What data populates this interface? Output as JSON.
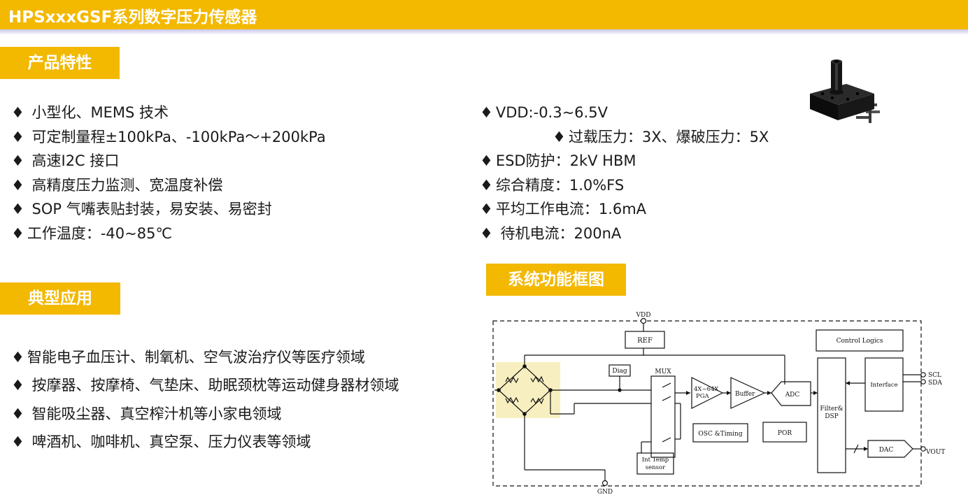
{
  "header": {
    "title": "HPSxxxGSF系列数字压力传感器"
  },
  "sections": {
    "features_title": "产品特性",
    "applications_title": "典型应用",
    "diagram_title": "系统功能框图"
  },
  "bullet_symbol": "♦",
  "features_left": [
    {
      "text": " 小型化、MEMS 技术"
    },
    {
      "text": " 可定制量程±100kPa、-100kPa～+200kPa"
    },
    {
      "text": " 高速I2C 接口"
    },
    {
      "text": " 高精度压力监测、宽温度补偿"
    },
    {
      "text": " SOP 气嘴表贴封装，易安装、易密封"
    },
    {
      "text": "工作温度：-40~85℃"
    }
  ],
  "features_right": [
    {
      "text": "VDD:-0.3~6.5V"
    },
    {
      "text": "过载压力：3X、爆破压力：5X"
    },
    {
      "text": "ESD防护：2kV HBM"
    },
    {
      "text": "综合精度：1.0%FS"
    },
    {
      "text": "平均工作电流：1.6mA"
    },
    {
      "text": " 待机电流：200nA"
    }
  ],
  "applications": [
    {
      "text": "智能电子血压计、制氧机、空气波治疗仪等医疗领域"
    },
    {
      "text": " 按摩器、按摩椅、气垫床、助眠颈枕等运动健身器材领域"
    },
    {
      "text": " 智能吸尘器、真空榨汁机等小家电领域"
    },
    {
      "text": " 啤酒机、咖啡机、真空泵、压力仪表等领域"
    }
  ],
  "block_diagram": {
    "vdd": "VDD",
    "gnd": "GND",
    "ref": "REF",
    "diag": "Diag",
    "mux": "MUX",
    "pga_gain": "4X~64X",
    "pga": "PGA",
    "buffer": "Buffer",
    "adc": "ADC",
    "control_logics": "Control Logics",
    "filter_dsp_1": "Filter&",
    "filter_dsp_2": "DSP",
    "interface": "Interface",
    "scl": "SCL",
    "sda": "SDA",
    "osc": "OSC &Timing",
    "por": "POR",
    "dac": "DAC",
    "vout": "VOUT",
    "temp_1": "Int Temp",
    "temp_2": "sensor"
  }
}
